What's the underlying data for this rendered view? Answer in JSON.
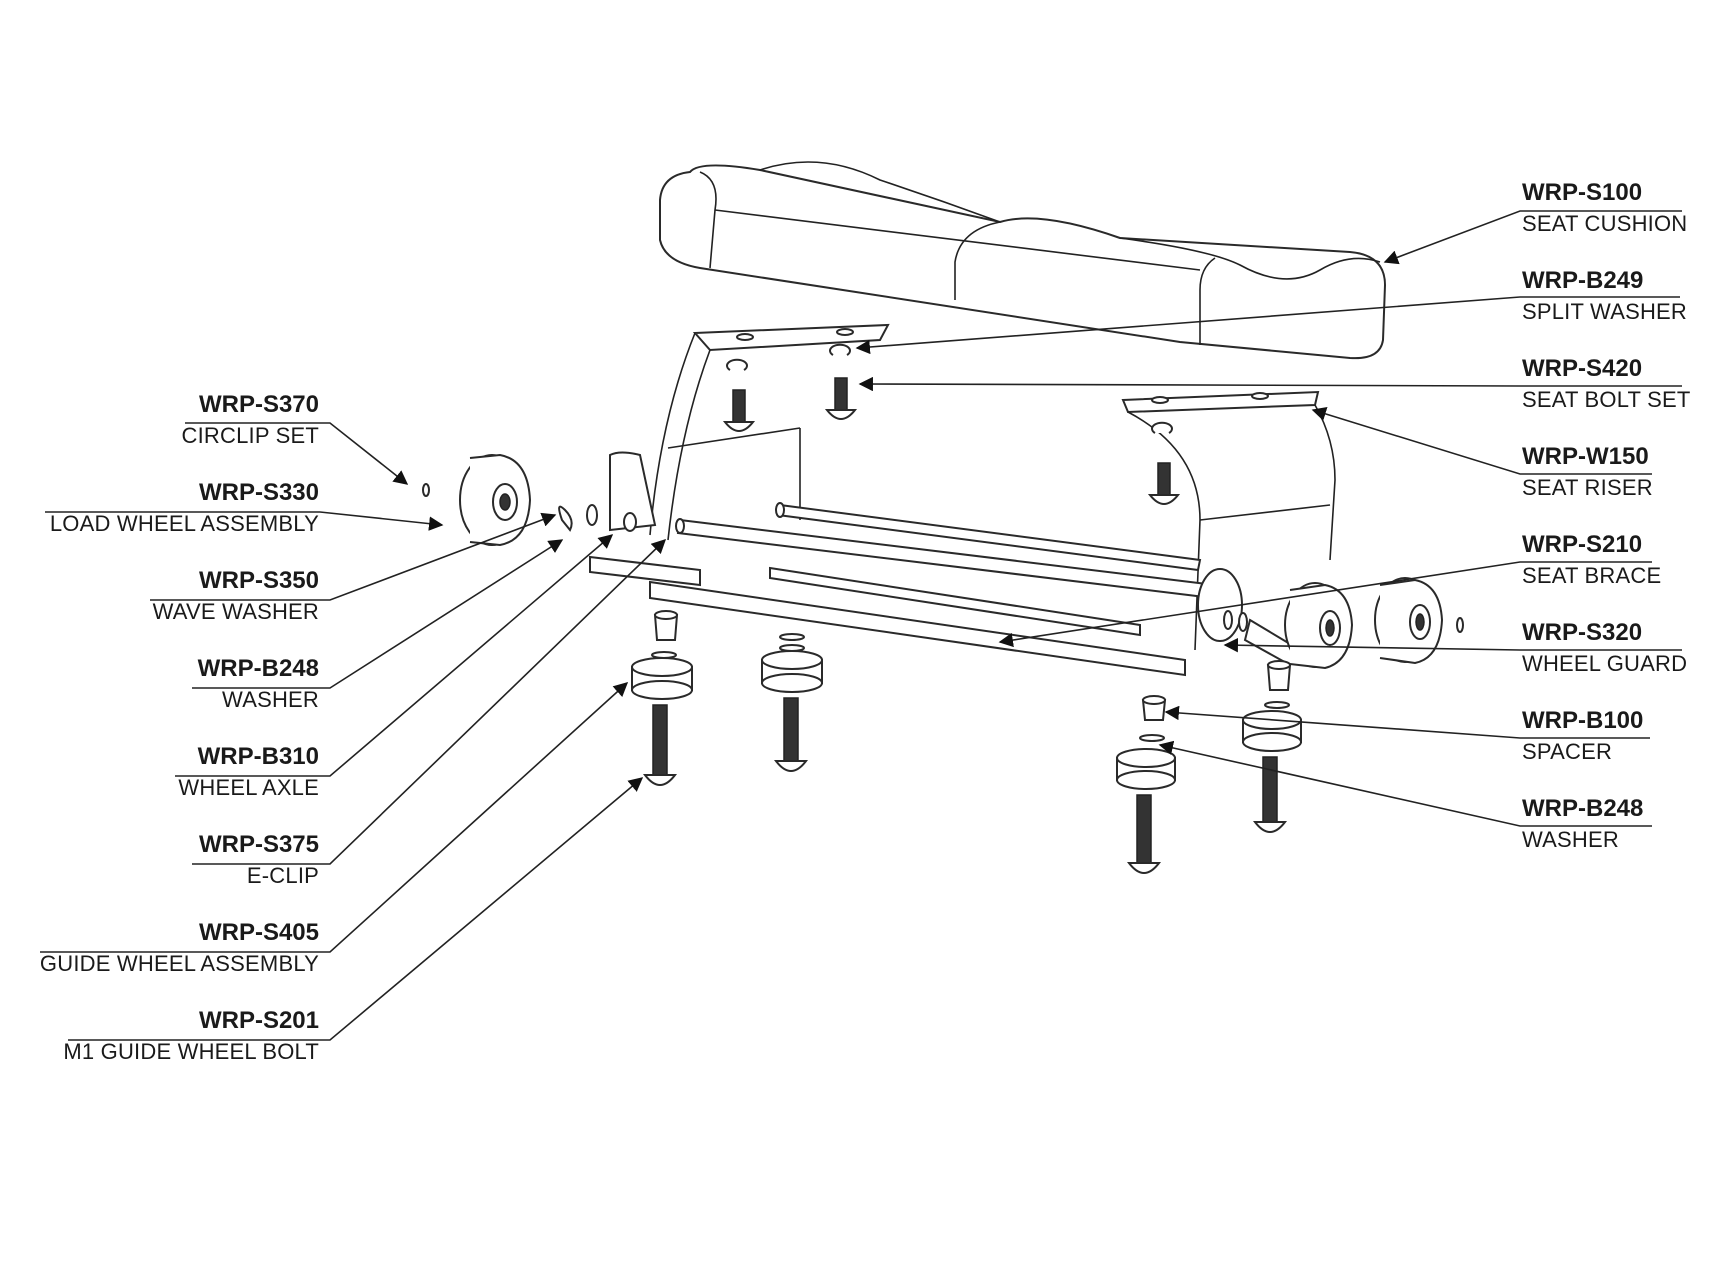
{
  "callouts_left": [
    {
      "code": "WRP-S370",
      "name": "CIRCLIP SET"
    },
    {
      "code": "WRP-S330",
      "name": "LOAD WHEEL ASSEMBLY"
    },
    {
      "code": "WRP-S350",
      "name": "WAVE WASHER"
    },
    {
      "code": "WRP-B248",
      "name": "WASHER"
    },
    {
      "code": "WRP-B310",
      "name": "WHEEL AXLE"
    },
    {
      "code": "WRP-S375",
      "name": "E-CLIP"
    },
    {
      "code": "WRP-S405",
      "name": "GUIDE WHEEL ASSEMBLY"
    },
    {
      "code": "WRP-S201",
      "name": "M1 GUIDE WHEEL BOLT"
    }
  ],
  "callouts_right": [
    {
      "code": "WRP-S100",
      "name": "SEAT CUSHION"
    },
    {
      "code": "WRP-B249",
      "name": "SPLIT WASHER"
    },
    {
      "code": "WRP-S420",
      "name": "SEAT BOLT SET"
    },
    {
      "code": "WRP-W150",
      "name": "SEAT RISER"
    },
    {
      "code": "WRP-S210",
      "name": "SEAT BRACE"
    },
    {
      "code": "WRP-S320",
      "name": "WHEEL GUARD"
    },
    {
      "code": "WRP-B100",
      "name": "SPACER"
    },
    {
      "code": "WRP-B248",
      "name": "WASHER"
    }
  ]
}
